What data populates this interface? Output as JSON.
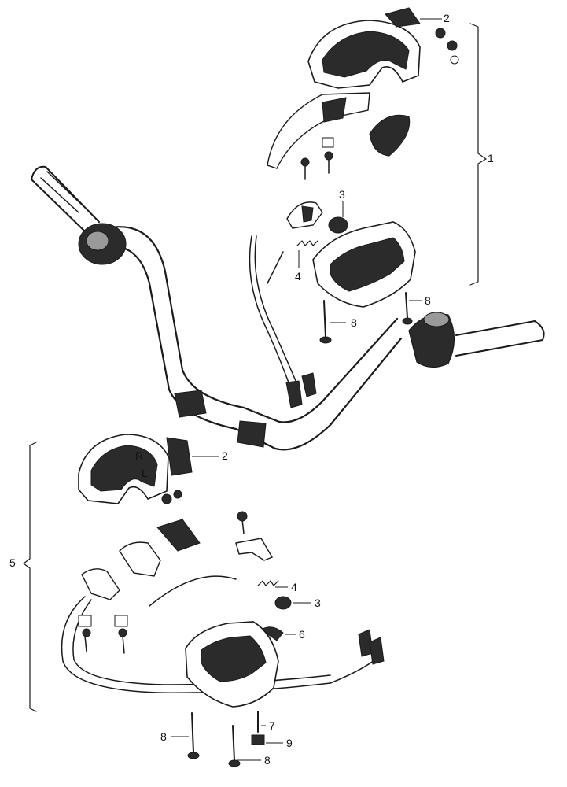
{
  "callouts": {
    "top_2": "2",
    "group_1": "1",
    "top_3": "3",
    "top_4": "4",
    "top_8a": "8",
    "top_8b": "8",
    "mid_2": "2",
    "group_5": "5",
    "low_4": "4",
    "low_3": "3",
    "low_6": "6",
    "low_8a": "8",
    "low_7": "7",
    "low_9": "9",
    "low_8b": "8"
  },
  "switch_marks": {
    "r": "R",
    "l": "L"
  },
  "colors": {
    "ink": "#1a1a1a",
    "paper": "#ffffff"
  }
}
